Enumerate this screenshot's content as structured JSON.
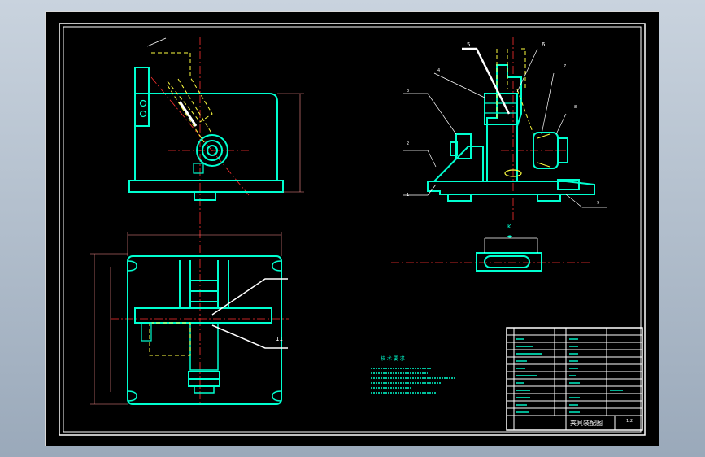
{
  "callouts": {
    "c1": "1",
    "c2": "2",
    "c3": "3",
    "c4": "4",
    "c5": "5",
    "c6": "6",
    "c7": "7",
    "c8": "8",
    "c9": "9",
    "c11": "11"
  },
  "section_label": "K",
  "technical_requirements_title": "技 术 要 求",
  "title_block": {
    "drawing_title": "夹具装配图",
    "scale": "1:2"
  },
  "colors": {
    "body": "#00ffd0",
    "hidden": "#ffff40",
    "center": "#ff3030",
    "annotation": "#ffffff",
    "frame": "#ffffff"
  }
}
